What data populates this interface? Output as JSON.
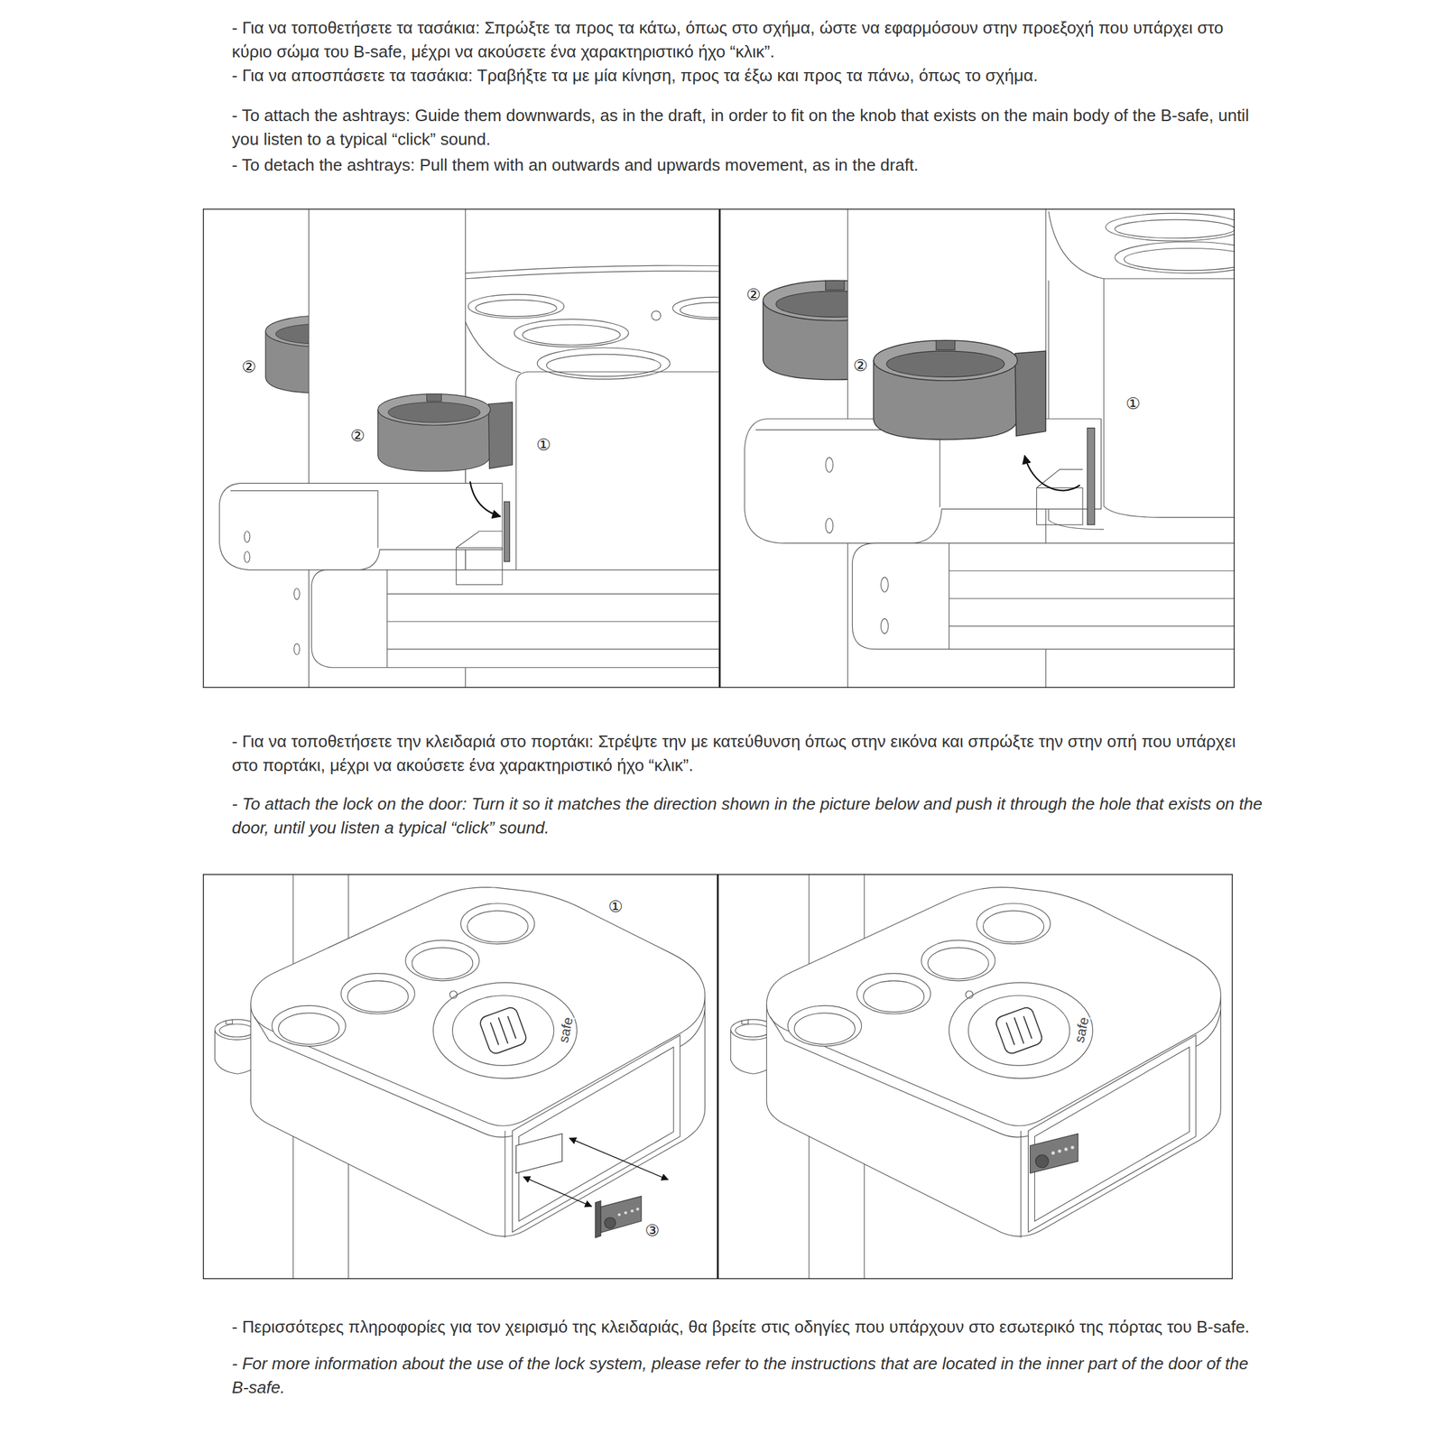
{
  "diagram": {
    "labels": [
      "- Για να τοποθετήσετε τα τασάκια: Σπρώξτε τα προς τα κάτω, όπως στο σχήμα, ώστε να εφαρμόσουν στην προεξοχή που υπάρχει στο κύριο σώμα του B-safe, μέχρι να ακούσετε ένα χαρακτηριστικό ήχο “κλικ”.",
      "- Για να αποσπάσετε τα τασάκια: Τραβήξτε τα με μία κίνηση, προς τα έξω και προς τα πάνω, όπως το σχήμα.",
      "- To attach the ashtrays: Guide them downwards, as in the draft, in order to fit on the knob that exists on the main body of the B-safe, until you listen to a typical “click” sound.",
      "- To detach the ashtrays: Pull them with an outwards and upwards movement, as in the draft.",
      "②",
      "②",
      "①",
      "②",
      "②",
      "①",
      "- Για να τοποθετήσετε την κλειδαριά στο πορτάκι: Στρέψτε την με κατεύθυνση όπως στην εικόνα και σπρώξτε την στην οπή που υπάρχει στο πορτάκι, μέχρι να ακούσετε ένα χαρακτηριστικό ήχο “κλικ”.",
      "- To attach the lock on the door: Turn it so it matches the direction shown in the picture below and push it through the hole that exists on the door, until you listen a typical “click” sound.",
      "①",
      "safe",
      "③",
      "safe",
      "- Περισσότερες πληροφορίες για τον χειρισμό της κλειδαριάς, θα βρείτε στις οδηγίες που υπάρχουν στο εσωτερικό της πόρτας του B-safe.",
      "- For more information about the use of the lock system, please refer to the instructions that are located in the inner part of the door of the B-safe."
    ]
  }
}
